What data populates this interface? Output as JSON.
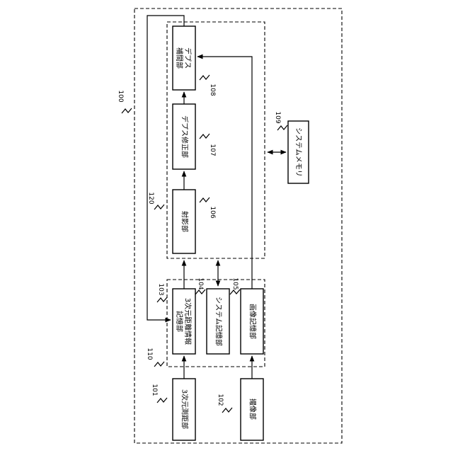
{
  "device": {
    "ref": "100"
  },
  "groups": {
    "storage": {
      "ref": "110"
    },
    "processing": {
      "ref": "120"
    }
  },
  "blocks": {
    "measure_3d": {
      "label": "3次元測距部",
      "ref": "101"
    },
    "imaging": {
      "label": "撮像部",
      "ref": "102"
    },
    "distance_storage": {
      "label_line1": "3次元距離情報",
      "label_line2": "記憶部",
      "ref": "103"
    },
    "system_storage": {
      "label": "システム記憶部",
      "ref": "104"
    },
    "image_storage": {
      "label": "画像記憶部",
      "ref": "105"
    },
    "projection": {
      "label": "射影部",
      "ref": "106"
    },
    "depth_correction": {
      "label": "デプス修正部",
      "ref": "107"
    },
    "depth_interp": {
      "label_line1": "デプス",
      "label_line2": "補間部",
      "ref": "108"
    },
    "system_memory": {
      "label": "システムメモリ",
      "ref": "109"
    }
  }
}
